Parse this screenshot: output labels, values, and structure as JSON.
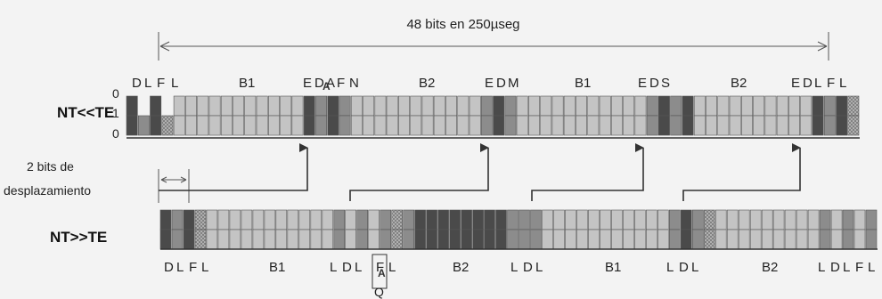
{
  "title": "48 bits en 250µseg",
  "shift_note_line1": "2 bits de",
  "shift_note_line2": "desplazamiento",
  "top_frame": {
    "name": "NT<<TE",
    "levels": [
      "0",
      "1",
      "0"
    ],
    "segments": [
      "D",
      "L",
      "F",
      "L",
      "B1",
      "E",
      "D",
      "A",
      "F",
      "N",
      "B2",
      "E",
      "D",
      "M",
      "B1",
      "E",
      "D",
      "S",
      "B2",
      "E",
      "D",
      "L",
      "F",
      "L"
    ],
    "a_marker": "A"
  },
  "bottom_frame": {
    "name": "NT>>TE",
    "segments": [
      "D",
      "L",
      "F",
      "L",
      "B1",
      "L",
      "D",
      "L",
      "F",
      "L",
      "B2",
      "L",
      "D",
      "L",
      "B1",
      "L",
      "D",
      "L",
      "B2",
      "L",
      "D",
      "L",
      "F",
      "L"
    ],
    "a_marker": "A",
    "q_marker": "Q"
  },
  "colors": {
    "background": "#f3f3f3",
    "bit_light": "#c4c4c4",
    "bit_dark": "#4a4a4a",
    "bit_mid": "#8c8c8c",
    "line": "#333333"
  }
}
